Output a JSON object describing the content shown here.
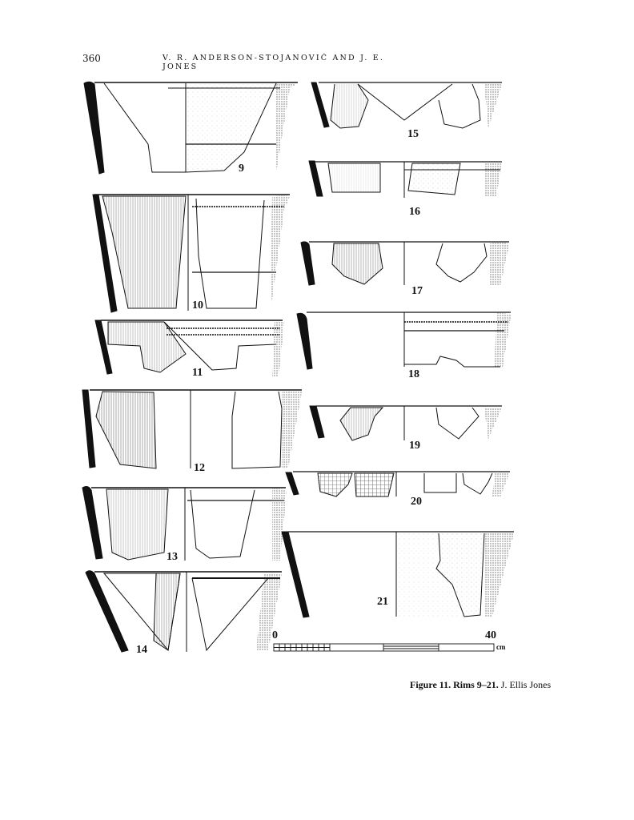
{
  "header": {
    "page_number": "360",
    "authors": "V. R. Anderson-Stojanović and J. E. Jones"
  },
  "figure": {
    "caption_bold": "Figure 11. Rims 9–21.",
    "caption_credit": "J. Ellis Jones",
    "rims": [
      {
        "label": "9"
      },
      {
        "label": "10"
      },
      {
        "label": "11"
      },
      {
        "label": "12"
      },
      {
        "label": "13"
      },
      {
        "label": "14"
      },
      {
        "label": "15"
      },
      {
        "label": "16"
      },
      {
        "label": "17"
      },
      {
        "label": "18"
      },
      {
        "label": "19"
      },
      {
        "label": "20"
      },
      {
        "label": "21"
      }
    ],
    "scale_bar": {
      "start": "0",
      "end": "40",
      "unit": "cm"
    }
  },
  "colors": {
    "ink": "#111111",
    "paper": "#ffffff"
  }
}
